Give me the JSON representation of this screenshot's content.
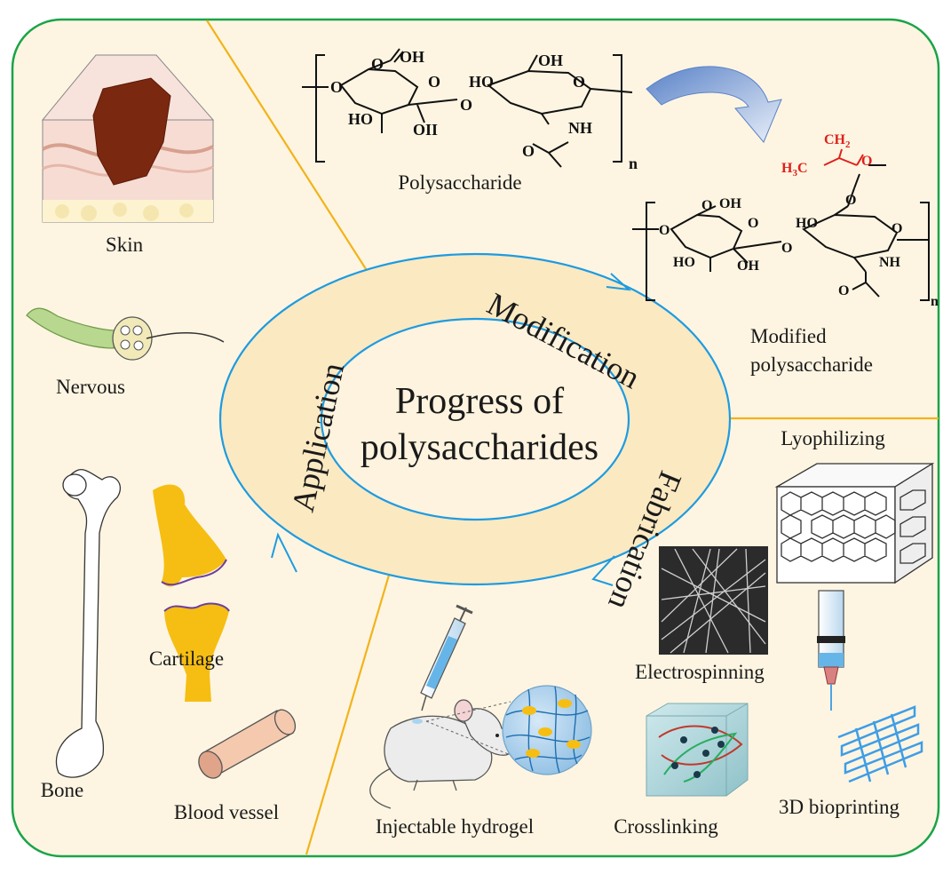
{
  "center": {
    "line1": "Progress of",
    "line2": "polysaccharides"
  },
  "ring": {
    "modification": "Modification",
    "fabrication": "Fabrication",
    "application": "Application"
  },
  "modification": {
    "polysaccharide_label": "Polysaccharide",
    "modified_label_line1": "Modified",
    "modified_label_line2": "polysaccharide",
    "chem": {
      "oh": "OH",
      "ho": "HO",
      "oh_bad": "OII",
      "o": "O",
      "nh": "NH",
      "n": "n",
      "ch2": "CH",
      "ch2_sub": "2",
      "h3c": "H",
      "h3c_sub": "3",
      "h3c_c": "C"
    }
  },
  "fabrication": {
    "lyophilizing": "Lyophilizing",
    "electrospinning": "Electrospinning",
    "bioprinting": "3D bioprinting",
    "crosslinking": "Crosslinking",
    "injectable": "Injectable hydrogel"
  },
  "application": {
    "skin": "Skin",
    "nervous": "Nervous",
    "cartilage": "Cartilage",
    "bone": "Bone",
    "blood_vessel": "Blood vessel"
  },
  "colors": {
    "frame": "#1aa447",
    "background": "#fdf5e2",
    "divider": "#f2b31a",
    "ring": "#1e9be0",
    "ring_fill": "#fbe9c2",
    "cartilage": "#f6be12",
    "red_group": "#e0201b"
  }
}
